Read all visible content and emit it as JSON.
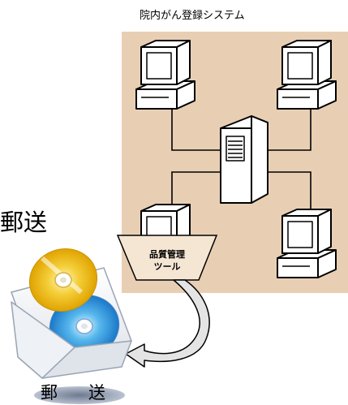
{
  "system": {
    "title": "院内がん登録システム",
    "panel_color": "#e8cfb4"
  },
  "mail": {
    "left_label": "郵送",
    "bottom_label": "郵送"
  },
  "tool": {
    "label_line1": "品質管理",
    "label_line2": "ツール",
    "fill_color": "#f5e6d3"
  },
  "icons": {
    "server": "server-tower-icon",
    "workstation": "desktop-computer-icon",
    "envelope": "envelope-icon",
    "disc": "cd-disc-icon"
  }
}
